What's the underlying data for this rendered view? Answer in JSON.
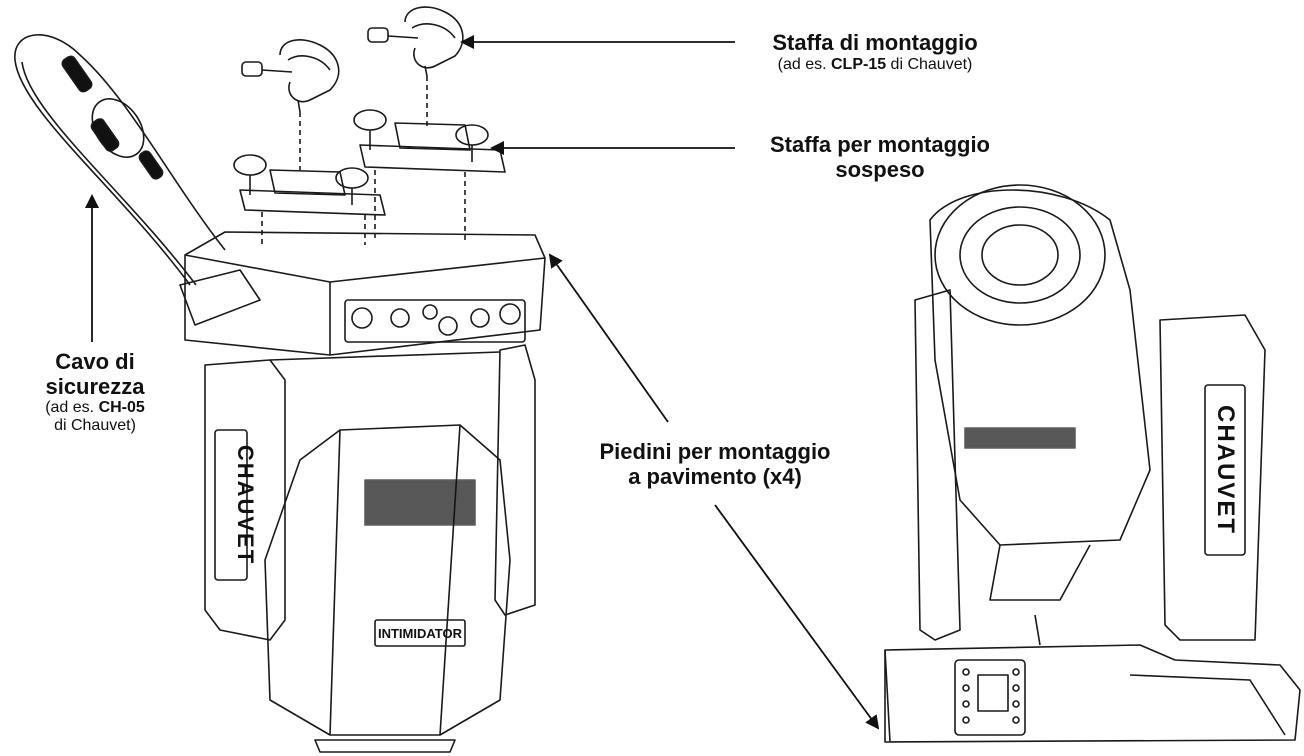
{
  "labels": {
    "mounting_bracket": {
      "title": "Staffa di montaggio",
      "note_prefix": "(ad es. ",
      "note_bold": "CLP-15",
      "note_suffix": " di Chauvet)"
    },
    "hanging_bracket": {
      "line1": "Staffa per montaggio",
      "line2": "sospeso"
    },
    "safety_cable": {
      "line1": "Cavo di",
      "line2": "sicurezza",
      "note_prefix": "(ad es. ",
      "note_bold": "CH-05",
      "note_line2": "di Chauvet)"
    },
    "floor_feet": {
      "line1": "Piedini per montaggio",
      "line2": "a pavimento (x4)"
    }
  },
  "branding": {
    "logo_text_left": "CHAUVET",
    "logo_text_right": "CHAUVET",
    "model_text": "INTIMIDATOR"
  },
  "colors": {
    "line": "#1a1a1a",
    "background": "#ffffff"
  }
}
